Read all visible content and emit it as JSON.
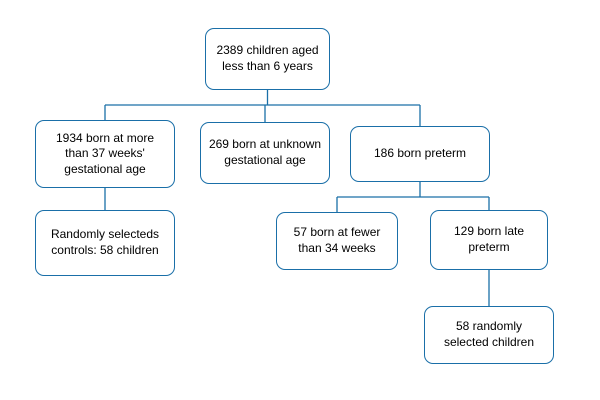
{
  "diagram": {
    "type": "flowchart",
    "colors": {
      "accent": "#1a6fa8",
      "text": "#000000",
      "background": "#ffffff"
    },
    "nodes": {
      "root": {
        "label": "2389 children aged less than 6 years"
      },
      "term": {
        "label": "1934 born at more than 37 weeks' gestational age"
      },
      "unknown": {
        "label": "269 born at unknown gestational age"
      },
      "preterm": {
        "label": "186 born preterm"
      },
      "controls": {
        "label": "Randomly selecteds controls: 58 children"
      },
      "under34": {
        "label": "57 born at fewer than 34 weeks"
      },
      "late": {
        "label": "129 born late preterm"
      },
      "selected": {
        "label": "58 randomly selected children"
      }
    },
    "edges": [
      {
        "from": "root",
        "to": "term"
      },
      {
        "from": "root",
        "to": "unknown"
      },
      {
        "from": "root",
        "to": "preterm"
      },
      {
        "from": "term",
        "to": "controls"
      },
      {
        "from": "preterm",
        "to": "under34"
      },
      {
        "from": "preterm",
        "to": "late"
      },
      {
        "from": "late",
        "to": "selected"
      }
    ]
  }
}
